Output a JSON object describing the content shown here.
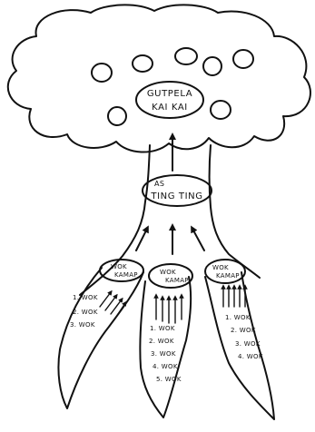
{
  "canopy": {
    "label_line1": "GUTPELA",
    "label_line2": "KAI KAI"
  },
  "trunk": {
    "label_line1": "AS",
    "label_line2": "TING TING"
  },
  "roots": [
    {
      "label_line1": "WOK",
      "label_line2": "KAMAP",
      "items": [
        "1. WOK",
        "2. WOK",
        "3. WOK"
      ]
    },
    {
      "label_line1": "WOK",
      "label_line2": "KAMAP",
      "items": [
        "1. WOK",
        "2. WOK",
        "3. WOK",
        "4. WOK",
        "5. WOK"
      ]
    },
    {
      "label_line1": "WOK",
      "label_line2": "KAMAP",
      "items": [
        "1. WOK",
        "2. WOK",
        "3. WOK",
        "4. WOK"
      ]
    }
  ],
  "colors": {
    "ink": "#111111",
    "paper": "#ffffff"
  }
}
